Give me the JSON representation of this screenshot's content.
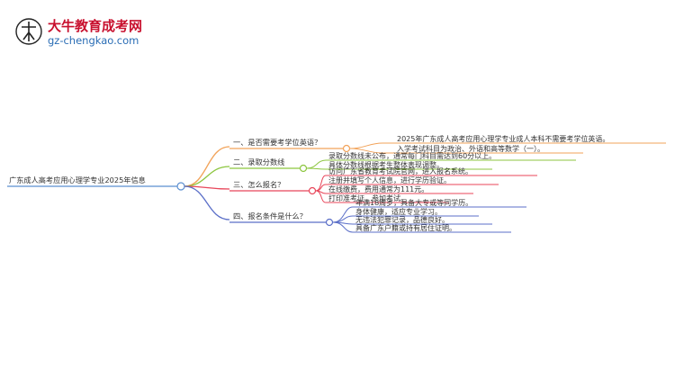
{
  "logo": {
    "name": "大牛教育成考网",
    "url": "gz-chengkao.com",
    "colors": {
      "name": "#c8102e",
      "url": "#2a6db5"
    }
  },
  "mindmap": {
    "root": {
      "label": "广东成人高考应用心理学专业2025年信息"
    },
    "branches": [
      {
        "label": "一、是否需要考学位英语？",
        "color": "#f2a35a",
        "children": [
          {
            "label": "2025年广东成人高考应用心理学专业成人本科不需要考学位英语。"
          },
          {
            "label": "入学考试科目为政治、外语和高等数学（一）。"
          }
        ]
      },
      {
        "label": "二、录取分数线",
        "color": "#8cc63f",
        "children": [
          {
            "label": "录取分数线未公布，通常每门科目需达到60分以上。"
          },
          {
            "label": "具体分数线根据考生整体表现调整。"
          }
        ]
      },
      {
        "label": "三、怎么报名？",
        "color": "#e8465a",
        "children": [
          {
            "label": "访问广东省教育考试院官网，进入报名系统。"
          },
          {
            "label": "注册并填写个人信息，进行学历验证。"
          },
          {
            "label": "在线缴费，费用通常为111元。"
          },
          {
            "label": "打印准考证，参加考试。"
          }
        ]
      },
      {
        "label": "四、报名条件是什么？",
        "color": "#5b6fc8",
        "children": [
          {
            "label": "年满18周岁，具备大专或等同学历。"
          },
          {
            "label": "身体健康，适应专业学习。"
          },
          {
            "label": "无违法犯罪记录，品德良好。"
          },
          {
            "label": "具备广东户籍或持有居住证明。"
          }
        ]
      }
    ]
  }
}
